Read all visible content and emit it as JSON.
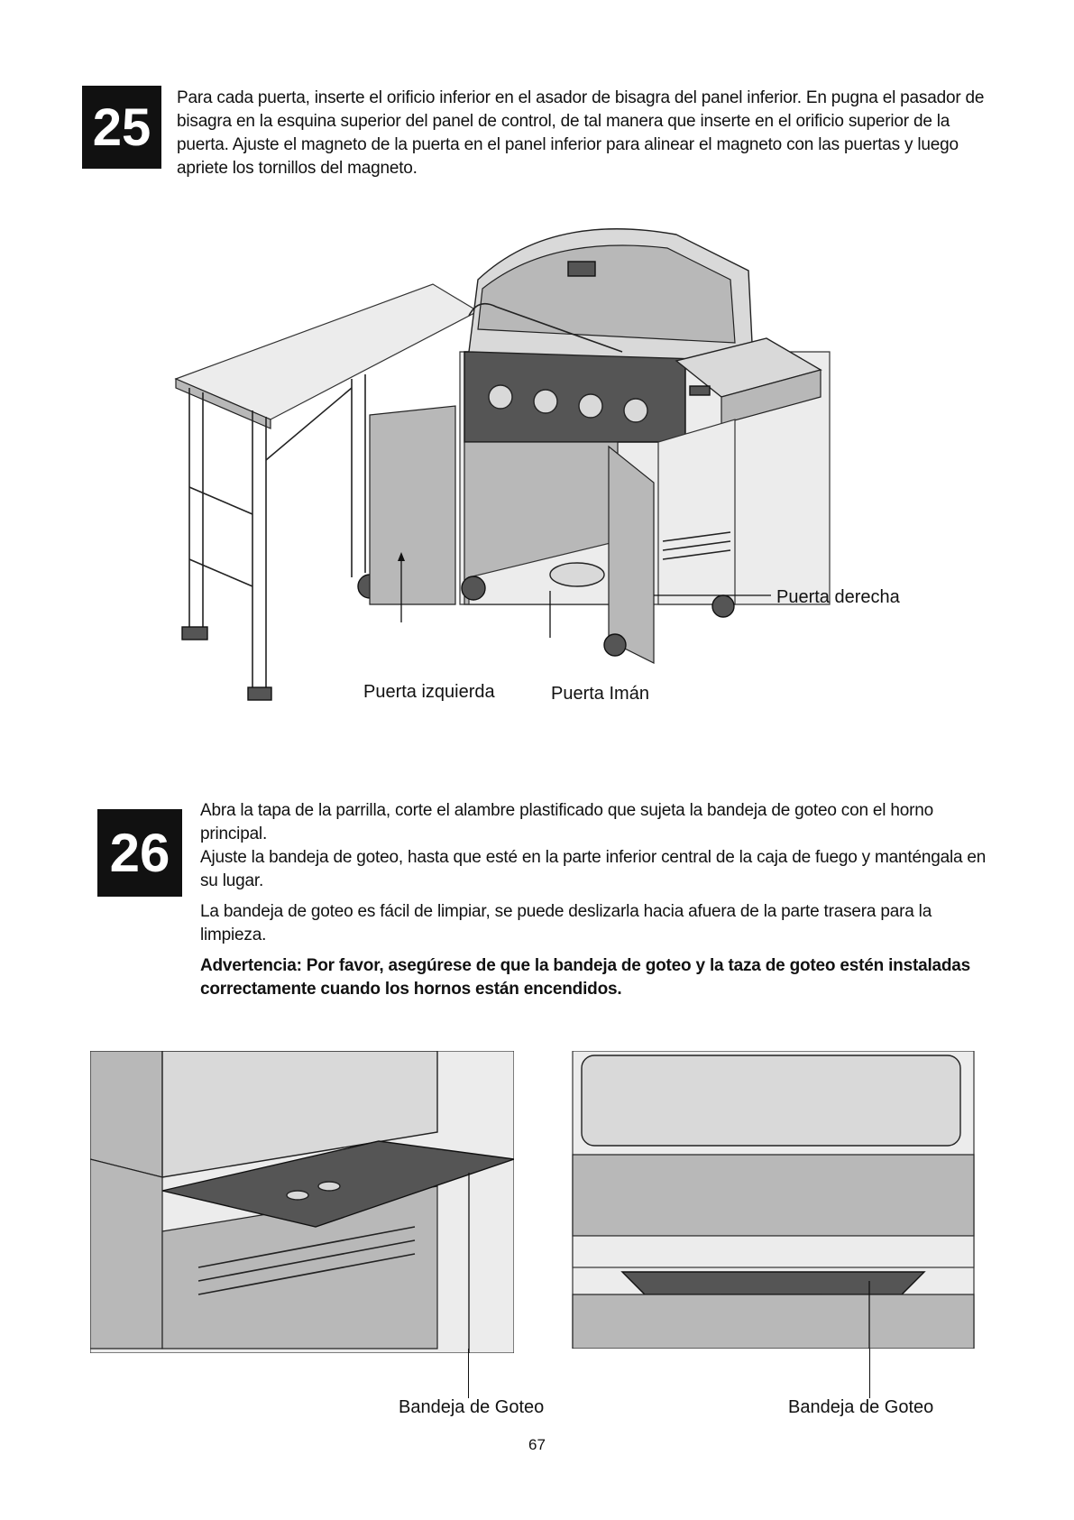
{
  "step25": {
    "number": "25",
    "text": "Para cada puerta, inserte el orificio inferior en el asador de bisagra del panel inferior. En pugna el pasador de bisagra en la esquina superior del panel de control, de tal manera que inserte en el orificio superior de la puerta. Ajuste el magneto de la puerta en el panel inferior para alinear el magneto con las puertas y luego apriete los tornillos del magneto.",
    "labels": {
      "right_door": "Puerta derecha",
      "left_door": "Puerta izquierda",
      "door_magnet": "Puerta Imán"
    }
  },
  "step26": {
    "number": "26",
    "paragraph1": "Abra la tapa de la parrilla, corte el alambre plastificado que sujeta la bandeja de goteo con el horno principal.",
    "paragraph2": "Ajuste la bandeja de goteo, hasta que esté en la parte inferior central de la caja de fuego y manténgala en su lugar.",
    "paragraph3": "La bandeja de goteo es fácil de limpiar, se puede deslizarla hacia afuera de la parte trasera para la limpieza.",
    "warning": "Advertencia: Por favor, asegúrese de que la bandeja de goteo y la taza de goteo estén instaladas correctamente cuando los hornos están encendidos.",
    "labels": {
      "drip_tray_left": "Bandeja de Goteo",
      "drip_tray_right": "Bandeja de Goteo"
    }
  },
  "page_number": "67"
}
